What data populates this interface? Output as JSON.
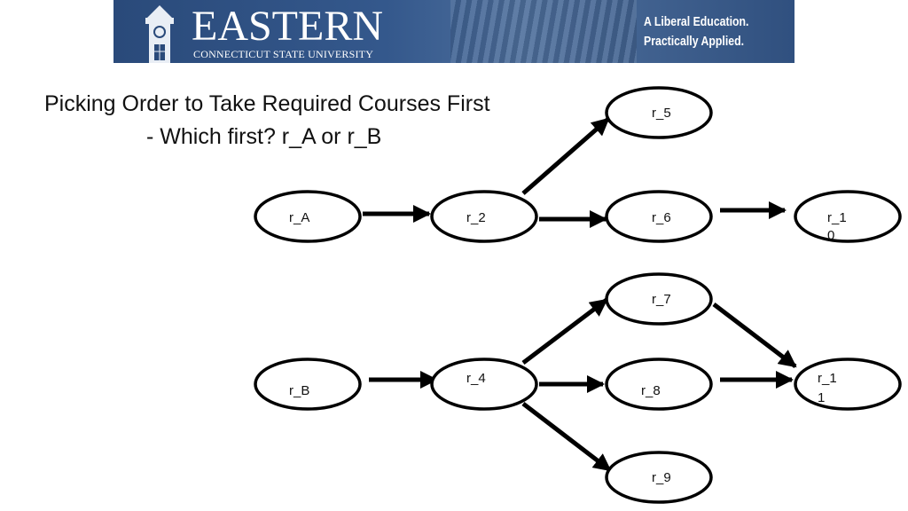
{
  "banner": {
    "university": "EASTERN",
    "subtitle": "CONNECTICUT STATE UNIVERSITY",
    "tagline_1": "A Liberal Education.",
    "tagline_2": "Practically Applied."
  },
  "title": {
    "line_1": "Picking Order to Take Required Courses First",
    "line_2": "- Which first?   r_A or r_B"
  },
  "nodes": {
    "r_5": [
      "r_5"
    ],
    "r_A": [
      "r_A"
    ],
    "r_2": [
      "r_2"
    ],
    "r_6": [
      "r_6"
    ],
    "r_10": [
      "r_1",
      "0"
    ],
    "r_7": [
      "r_7"
    ],
    "r_B": [
      "r_B"
    ],
    "r_4": [
      "r_4"
    ],
    "r_8": [
      "r_8"
    ],
    "r_11": [
      "r_1",
      "1"
    ],
    "r_9": [
      "r_9"
    ]
  },
  "edges": [
    [
      "r_A",
      "r_2"
    ],
    [
      "r_2",
      "r_5"
    ],
    [
      "r_2",
      "r_6"
    ],
    [
      "r_6",
      "r_10"
    ],
    [
      "r_B",
      "r_4"
    ],
    [
      "r_4",
      "r_7"
    ],
    [
      "r_4",
      "r_8"
    ],
    [
      "r_4",
      "r_9"
    ],
    [
      "r_7",
      "r_11"
    ],
    [
      "r_8",
      "r_11"
    ]
  ]
}
